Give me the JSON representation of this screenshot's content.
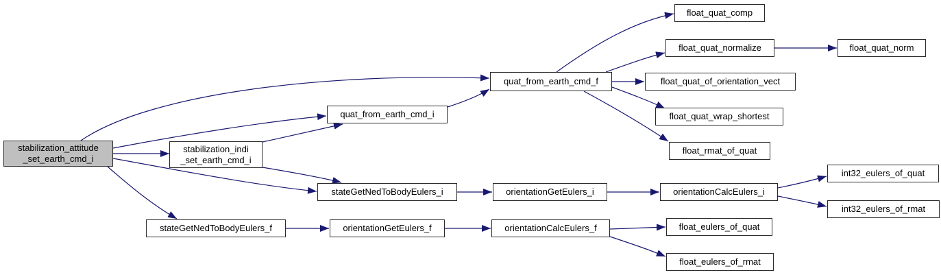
{
  "diagram": {
    "type": "doxygen-call-graph",
    "colors": {
      "background": "#ffffff",
      "edge": "#191970",
      "node_fill": "#ffffff",
      "node_border": "#2b2b2b",
      "highlight_fill": "#bfbfbf",
      "text": "#000000"
    },
    "nodes": [
      {
        "id": "stabilization_attitude_set_earth_cmd_i",
        "label": "stabilization_attitude_set_earth_cmd_i",
        "lines": [
          "stabilization_attitude",
          "_set_earth_cmd_i"
        ],
        "highlighted": true
      },
      {
        "id": "stabilization_indi_set_earth_cmd_i",
        "label": "stabilization_indi_set_earth_cmd_i",
        "lines": [
          "stabilization_indi",
          "_set_earth_cmd_i"
        ],
        "highlighted": false
      },
      {
        "id": "quat_from_earth_cmd_i",
        "label": "quat_from_earth_cmd_i",
        "highlighted": false
      },
      {
        "id": "quat_from_earth_cmd_f",
        "label": "quat_from_earth_cmd_f",
        "highlighted": false
      },
      {
        "id": "float_quat_comp",
        "label": "float_quat_comp",
        "highlighted": false
      },
      {
        "id": "float_quat_normalize",
        "label": "float_quat_normalize",
        "highlighted": false
      },
      {
        "id": "float_quat_norm",
        "label": "float_quat_norm",
        "highlighted": false
      },
      {
        "id": "float_quat_of_orientation_vect",
        "label": "float_quat_of_orientation_vect",
        "highlighted": false
      },
      {
        "id": "float_quat_wrap_shortest",
        "label": "float_quat_wrap_shortest",
        "highlighted": false
      },
      {
        "id": "float_rmat_of_quat",
        "label": "float_rmat_of_quat",
        "highlighted": false
      },
      {
        "id": "stateGetNedToBodyEulers_i",
        "label": "stateGetNedToBodyEulers_i",
        "highlighted": false
      },
      {
        "id": "orientationGetEulers_i",
        "label": "orientationGetEulers_i",
        "highlighted": false
      },
      {
        "id": "orientationCalcEulers_i",
        "label": "orientationCalcEulers_i",
        "highlighted": false
      },
      {
        "id": "int32_eulers_of_quat",
        "label": "int32_eulers_of_quat",
        "highlighted": false
      },
      {
        "id": "int32_eulers_of_rmat",
        "label": "int32_eulers_of_rmat",
        "highlighted": false
      },
      {
        "id": "stateGetNedToBodyEulers_f",
        "label": "stateGetNedToBodyEulers_f",
        "highlighted": false
      },
      {
        "id": "orientationGetEulers_f",
        "label": "orientationGetEulers_f",
        "highlighted": false
      },
      {
        "id": "orientationCalcEulers_f",
        "label": "orientationCalcEulers_f",
        "highlighted": false
      },
      {
        "id": "float_eulers_of_quat",
        "label": "float_eulers_of_quat",
        "highlighted": false
      },
      {
        "id": "float_eulers_of_rmat",
        "label": "float_eulers_of_rmat",
        "highlighted": false
      }
    ],
    "edges": [
      {
        "from": "stabilization_attitude_set_earth_cmd_i",
        "to": "stabilization_indi_set_earth_cmd_i"
      },
      {
        "from": "stabilization_attitude_set_earth_cmd_i",
        "to": "quat_from_earth_cmd_f"
      },
      {
        "from": "stabilization_attitude_set_earth_cmd_i",
        "to": "quat_from_earth_cmd_i"
      },
      {
        "from": "stabilization_attitude_set_earth_cmd_i",
        "to": "stateGetNedToBodyEulers_i"
      },
      {
        "from": "stabilization_attitude_set_earth_cmd_i",
        "to": "stateGetNedToBodyEulers_f"
      },
      {
        "from": "stabilization_indi_set_earth_cmd_i",
        "to": "quat_from_earth_cmd_i"
      },
      {
        "from": "stabilization_indi_set_earth_cmd_i",
        "to": "stateGetNedToBodyEulers_i"
      },
      {
        "from": "quat_from_earth_cmd_i",
        "to": "quat_from_earth_cmd_f"
      },
      {
        "from": "quat_from_earth_cmd_f",
        "to": "float_quat_comp"
      },
      {
        "from": "quat_from_earth_cmd_f",
        "to": "float_quat_normalize"
      },
      {
        "from": "quat_from_earth_cmd_f",
        "to": "float_quat_of_orientation_vect"
      },
      {
        "from": "quat_from_earth_cmd_f",
        "to": "float_quat_wrap_shortest"
      },
      {
        "from": "quat_from_earth_cmd_f",
        "to": "float_rmat_of_quat"
      },
      {
        "from": "float_quat_normalize",
        "to": "float_quat_norm"
      },
      {
        "from": "stateGetNedToBodyEulers_i",
        "to": "orientationGetEulers_i"
      },
      {
        "from": "orientationGetEulers_i",
        "to": "orientationCalcEulers_i"
      },
      {
        "from": "orientationCalcEulers_i",
        "to": "int32_eulers_of_quat"
      },
      {
        "from": "orientationCalcEulers_i",
        "to": "int32_eulers_of_rmat"
      },
      {
        "from": "stateGetNedToBodyEulers_f",
        "to": "orientationGetEulers_f"
      },
      {
        "from": "orientationGetEulers_f",
        "to": "orientationCalcEulers_f"
      },
      {
        "from": "orientationCalcEulers_f",
        "to": "float_eulers_of_quat"
      },
      {
        "from": "orientationCalcEulers_f",
        "to": "float_eulers_of_rmat"
      }
    ]
  }
}
